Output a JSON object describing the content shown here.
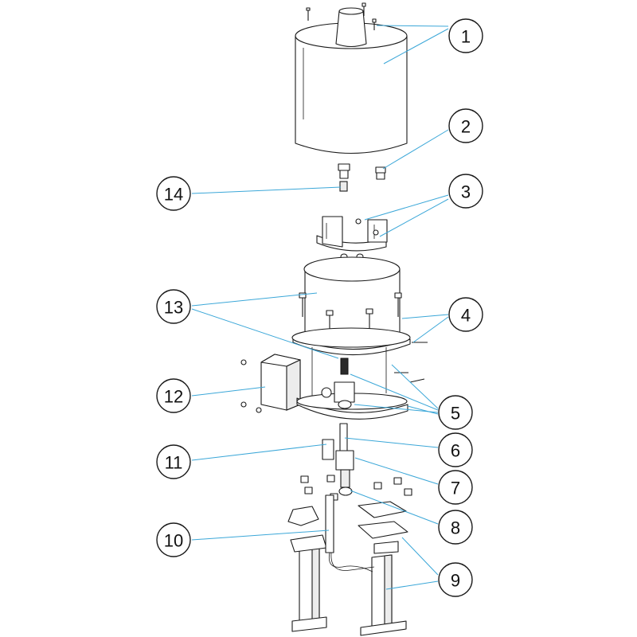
{
  "colors": {
    "leader": "#3ba7d8",
    "outline": "#1a1a1a",
    "background": "#ffffff"
  },
  "callouts": [
    {
      "id": "1",
      "label": "1"
    },
    {
      "id": "2",
      "label": "2"
    },
    {
      "id": "3",
      "label": "3"
    },
    {
      "id": "4",
      "label": "4"
    },
    {
      "id": "5",
      "label": "5"
    },
    {
      "id": "6",
      "label": "6"
    },
    {
      "id": "7",
      "label": "7"
    },
    {
      "id": "8",
      "label": "8"
    },
    {
      "id": "9",
      "label": "9"
    },
    {
      "id": "10",
      "label": "10"
    },
    {
      "id": "11",
      "label": "11"
    },
    {
      "id": "12",
      "label": "12"
    },
    {
      "id": "13",
      "label": "13"
    },
    {
      "id": "14",
      "label": "14"
    }
  ]
}
